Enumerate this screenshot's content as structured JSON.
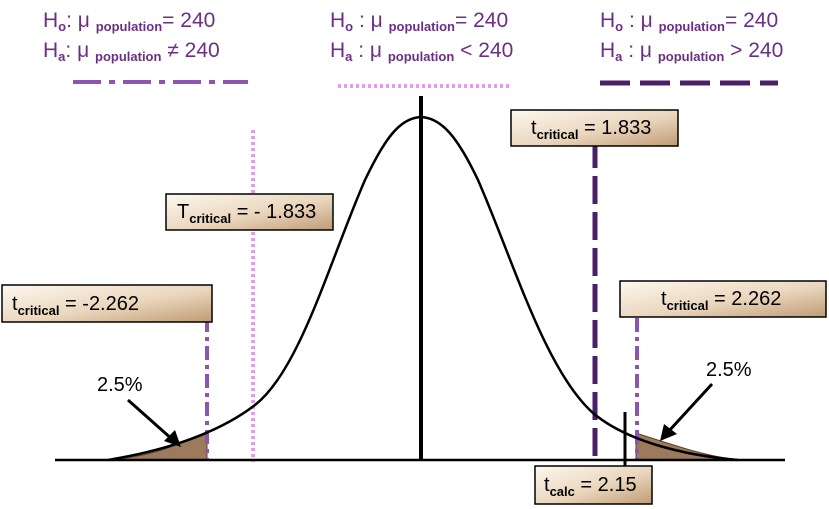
{
  "hypotheses": {
    "two_tailed": {
      "null": {
        "H": "H",
        "sub": "o",
        "mid": ": μ ",
        "pop": "population",
        "rel": "= 240"
      },
      "alt": {
        "H": "H",
        "sub": "a",
        "mid": ": μ ",
        "pop": "population",
        "rel": " ≠ 240"
      }
    },
    "left_tailed": {
      "null": {
        "H": "H",
        "sub": "o",
        "mid": " : μ ",
        "pop": "population",
        "rel": "= 240"
      },
      "alt": {
        "H": "H",
        "sub": "a",
        "mid": " : μ ",
        "pop": "population",
        "rel": " < 240"
      }
    },
    "right_tailed": {
      "null": {
        "H": "H",
        "sub": "o",
        "mid": " : μ ",
        "pop": "population",
        "rel": "= 240"
      },
      "alt": {
        "H": "H",
        "sub": "a",
        "mid": " : μ ",
        "pop": "population",
        "rel": " > 240"
      }
    }
  },
  "labels": {
    "t_crit_right_one": {
      "main": "t",
      "sub": "critical",
      "rest": " = 1.833"
    },
    "t_crit_left_one": {
      "main": "T",
      "sub": "critical",
      "rest": " = - 1.833"
    },
    "t_crit_left_two": {
      "main": "t",
      "sub": "critical",
      "rest": " = -2.262"
    },
    "t_crit_right_two": {
      "main": "t",
      "sub": "critical",
      "rest": " = 2.262"
    },
    "t_calc": {
      "main": "t",
      "sub": "calc",
      "rest": " = 2.15"
    }
  },
  "tail_percent_left": "2.5%",
  "tail_percent_right": "2.5%",
  "colors": {
    "purple_dark": "#4b1f68",
    "purple_mid": "#8e55b0",
    "purple_light": "#e59bef",
    "tail_fill": "#9b7b5c",
    "box_light": "#fbf3e6",
    "box_dark": "#c29f7a"
  }
}
